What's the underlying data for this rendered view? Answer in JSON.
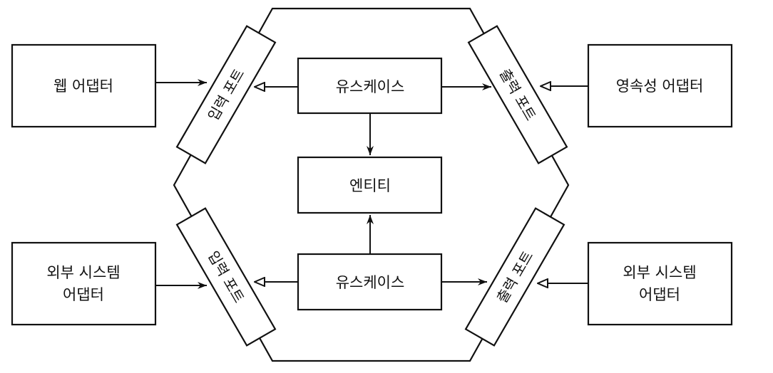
{
  "diagram": {
    "title": "",
    "nodes": {
      "web_adapter": {
        "label": "웹 어댑터",
        "lines": [
          "웹 어댑터"
        ]
      },
      "persistence_adapter": {
        "label": "영속성 어댑터",
        "lines": [
          "영속성 어댑터"
        ]
      },
      "external_adapter_left": {
        "label": "외부 시스템 어댑터",
        "lines": [
          "외부 시스템",
          "어댑터"
        ]
      },
      "external_adapter_right": {
        "label": "외부 시스템 어댑터",
        "lines": [
          "외부 시스템",
          "어댑터"
        ]
      },
      "usecase_top": {
        "label": "유스케이스",
        "lines": [
          "유스케이스"
        ]
      },
      "entity": {
        "label": "엔티티",
        "lines": [
          "엔티티"
        ]
      },
      "usecase_bottom": {
        "label": "유스케이스",
        "lines": [
          "유스케이스"
        ]
      },
      "input_port_top": {
        "label": "입력 포트"
      },
      "output_port_top": {
        "label": "출력 포트"
      },
      "input_port_bottom": {
        "label": "입력 포트"
      },
      "output_port_bottom": {
        "label": "출력 포트"
      }
    },
    "edges": [
      {
        "from": "web_adapter",
        "to": "input_port_top",
        "head": "filled"
      },
      {
        "from": "usecase_top",
        "to": "input_port_top",
        "head": "open-triangle"
      },
      {
        "from": "usecase_top",
        "to": "output_port_top",
        "head": "filled"
      },
      {
        "from": "persistence_adapter",
        "to": "output_port_top",
        "head": "open-triangle"
      },
      {
        "from": "usecase_top",
        "to": "entity",
        "head": "filled"
      },
      {
        "from": "usecase_bottom",
        "to": "entity",
        "head": "filled"
      },
      {
        "from": "external_adapter_left",
        "to": "input_port_bottom",
        "head": "filled"
      },
      {
        "from": "usecase_bottom",
        "to": "input_port_bottom",
        "head": "open-triangle"
      },
      {
        "from": "usecase_bottom",
        "to": "output_port_bottom",
        "head": "filled"
      },
      {
        "from": "external_adapter_right",
        "to": "output_port_bottom",
        "head": "open-triangle"
      }
    ],
    "colors": {
      "stroke": "#111111",
      "background": "#ffffff"
    }
  }
}
